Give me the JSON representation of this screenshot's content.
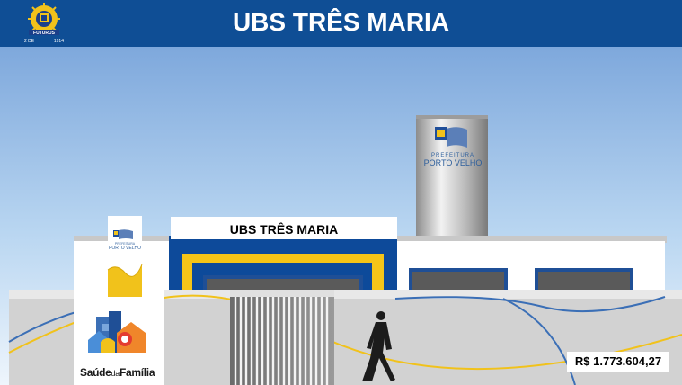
{
  "header": {
    "title": "UBS TRÊS MARIA",
    "logo_icon": "municipal-crest-icon",
    "logo_text_top": "FUTURUS",
    "logo_text_left": "2 DE",
    "logo_text_right": "1914"
  },
  "building": {
    "sign_label": "UBS TRÊS MARIA",
    "tower_text_line1": "PREFEITURA",
    "tower_text_line2": "PORTO VELHO",
    "panel_text_line1": "PREFEITURA",
    "panel_text_line2": "PORTO VELHO"
  },
  "saude_familia": {
    "brand_part1": "Saúde",
    "brand_part2": "da",
    "brand_part3": "Família"
  },
  "price": {
    "label": "R$ 1.773.604,27"
  },
  "colors": {
    "header_blue": "#0f4e95",
    "facade_blue": "#0d4a9a",
    "facade_yellow": "#f5c518",
    "sky_top": "#7fa9dc",
    "sky_bottom": "#e8f2fb",
    "wall_gray": "#d2d2d2"
  }
}
